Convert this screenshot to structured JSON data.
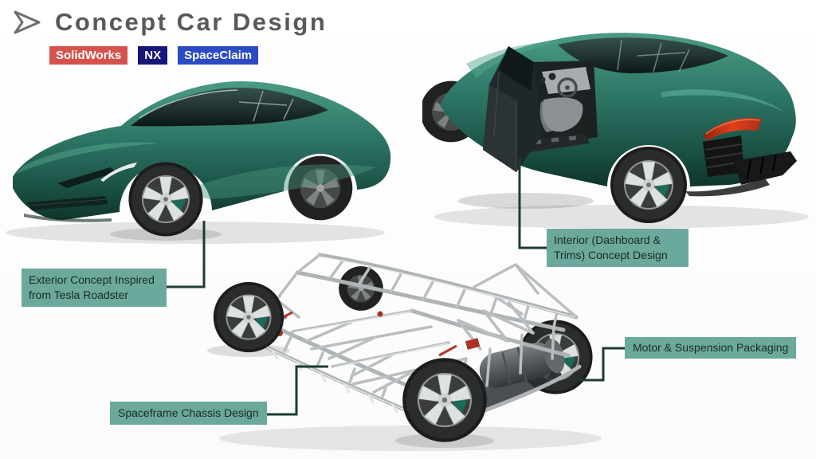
{
  "slide": {
    "title": "Concept Car Design"
  },
  "tools": {
    "items": [
      {
        "label": "SolidWorks",
        "style": "background-color:#d7514c"
      },
      {
        "label": "NX",
        "style": "background-color:#15157a"
      },
      {
        "label": "SpaceClaim",
        "style": "background-color:#2b4ac4"
      }
    ]
  },
  "renders": {
    "exterior": {
      "name": "exterior-concept-car-render"
    },
    "interior": {
      "name": "interior-open-door-render"
    },
    "chassis": {
      "name": "spaceframe-chassis-render"
    }
  },
  "callouts": {
    "exterior": {
      "text": "Exterior Concept Inspired from Tesla Roadster"
    },
    "interior": {
      "text": "Interior (Dashboard & Trims)  Concept Design"
    },
    "motor": {
      "text": "Motor & Suspension Packaging"
    },
    "chassis": {
      "text": "Spaceframe Chassis Design"
    }
  },
  "colors": {
    "title_text": "#595959",
    "callout_bg": "#6aa99b",
    "callout_text": "#1d2a26",
    "connector": "#1e3a35",
    "car_green": "#2a7265"
  }
}
